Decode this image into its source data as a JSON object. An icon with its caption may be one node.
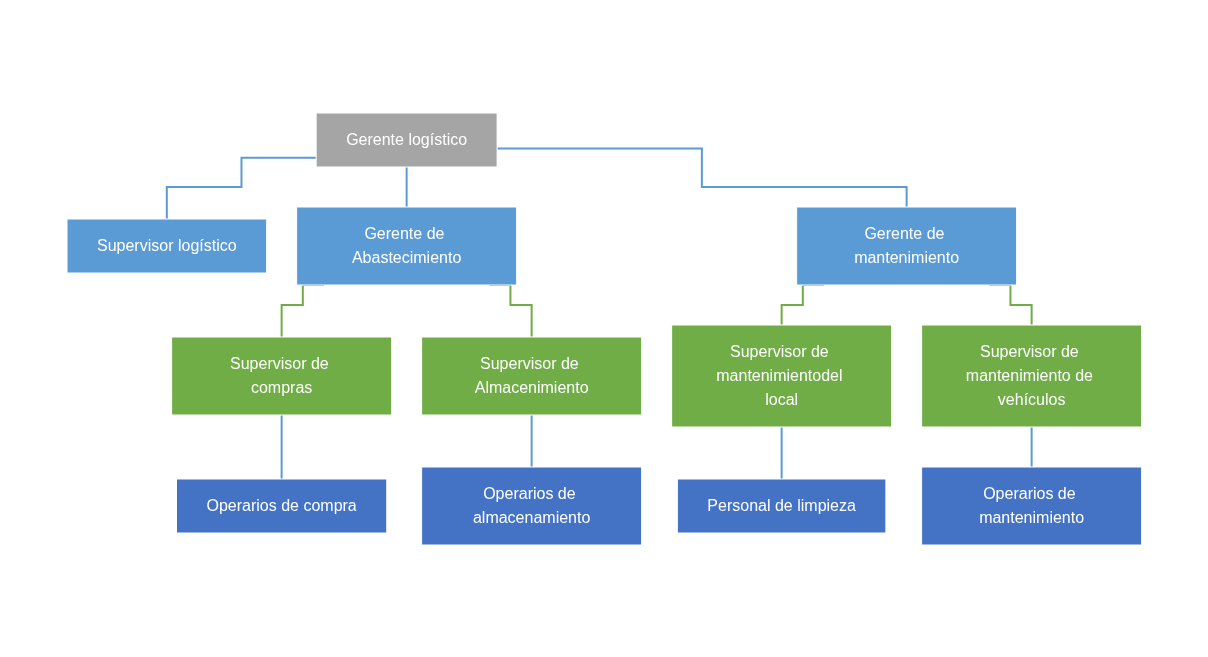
{
  "diagram": {
    "nodes": [
      {
        "text": [
          "Gerente logístico"
        ]
      },
      {
        "text": [
          "Supervisor logístico"
        ]
      },
      {
        "text": [
          "Gerente de Abastecimiento"
        ]
      },
      {
        "text": [
          "Gerente de mantenimiento"
        ]
      },
      {
        "text": [
          "Supervisor de compras"
        ]
      },
      {
        "text": [
          "Supervisor de Almacenimiento"
        ]
      },
      {
        "text": [
          "Supervisor de mantenimientodel local"
        ]
      },
      {
        "text": [
          "Supervisor de mantenimiento de vehículos"
        ]
      },
      {
        "text": [
          "Operarios de compra"
        ]
      },
      {
        "text": [
          "Operarios de almacenamiento"
        ]
      },
      {
        "text": [
          "Personal de limpieza"
        ]
      },
      {
        "text": [
          "Operarios de mantenimiento"
        ]
      }
    ],
    "edges": [
      {
        "from": 0,
        "to": 1,
        "arrow": "none"
      },
      {
        "from": 0,
        "to": 2,
        "arrow": "none"
      },
      {
        "from": 0,
        "to": 3,
        "arrow": "none"
      },
      {
        "from": 2,
        "to": 4,
        "arrow": "none",
        "color": "#70ad47"
      },
      {
        "from": 2,
        "to": 5,
        "arrow": "none",
        "color": "#70ad47"
      },
      {
        "from": 3,
        "to": 6,
        "arrow": "none",
        "color": "#70ad47"
      },
      {
        "from": 3,
        "to": 7,
        "arrow": "none",
        "color": "#70ad47"
      },
      {
        "from": 4,
        "to": 8,
        "arrow": "none"
      },
      {
        "from": 5,
        "to": 9,
        "arrow": "none"
      },
      {
        "from": 6,
        "to": 10,
        "arrow": "none"
      },
      {
        "from": 7,
        "to": 11,
        "arrow": "none"
      }
    ]
  }
}
